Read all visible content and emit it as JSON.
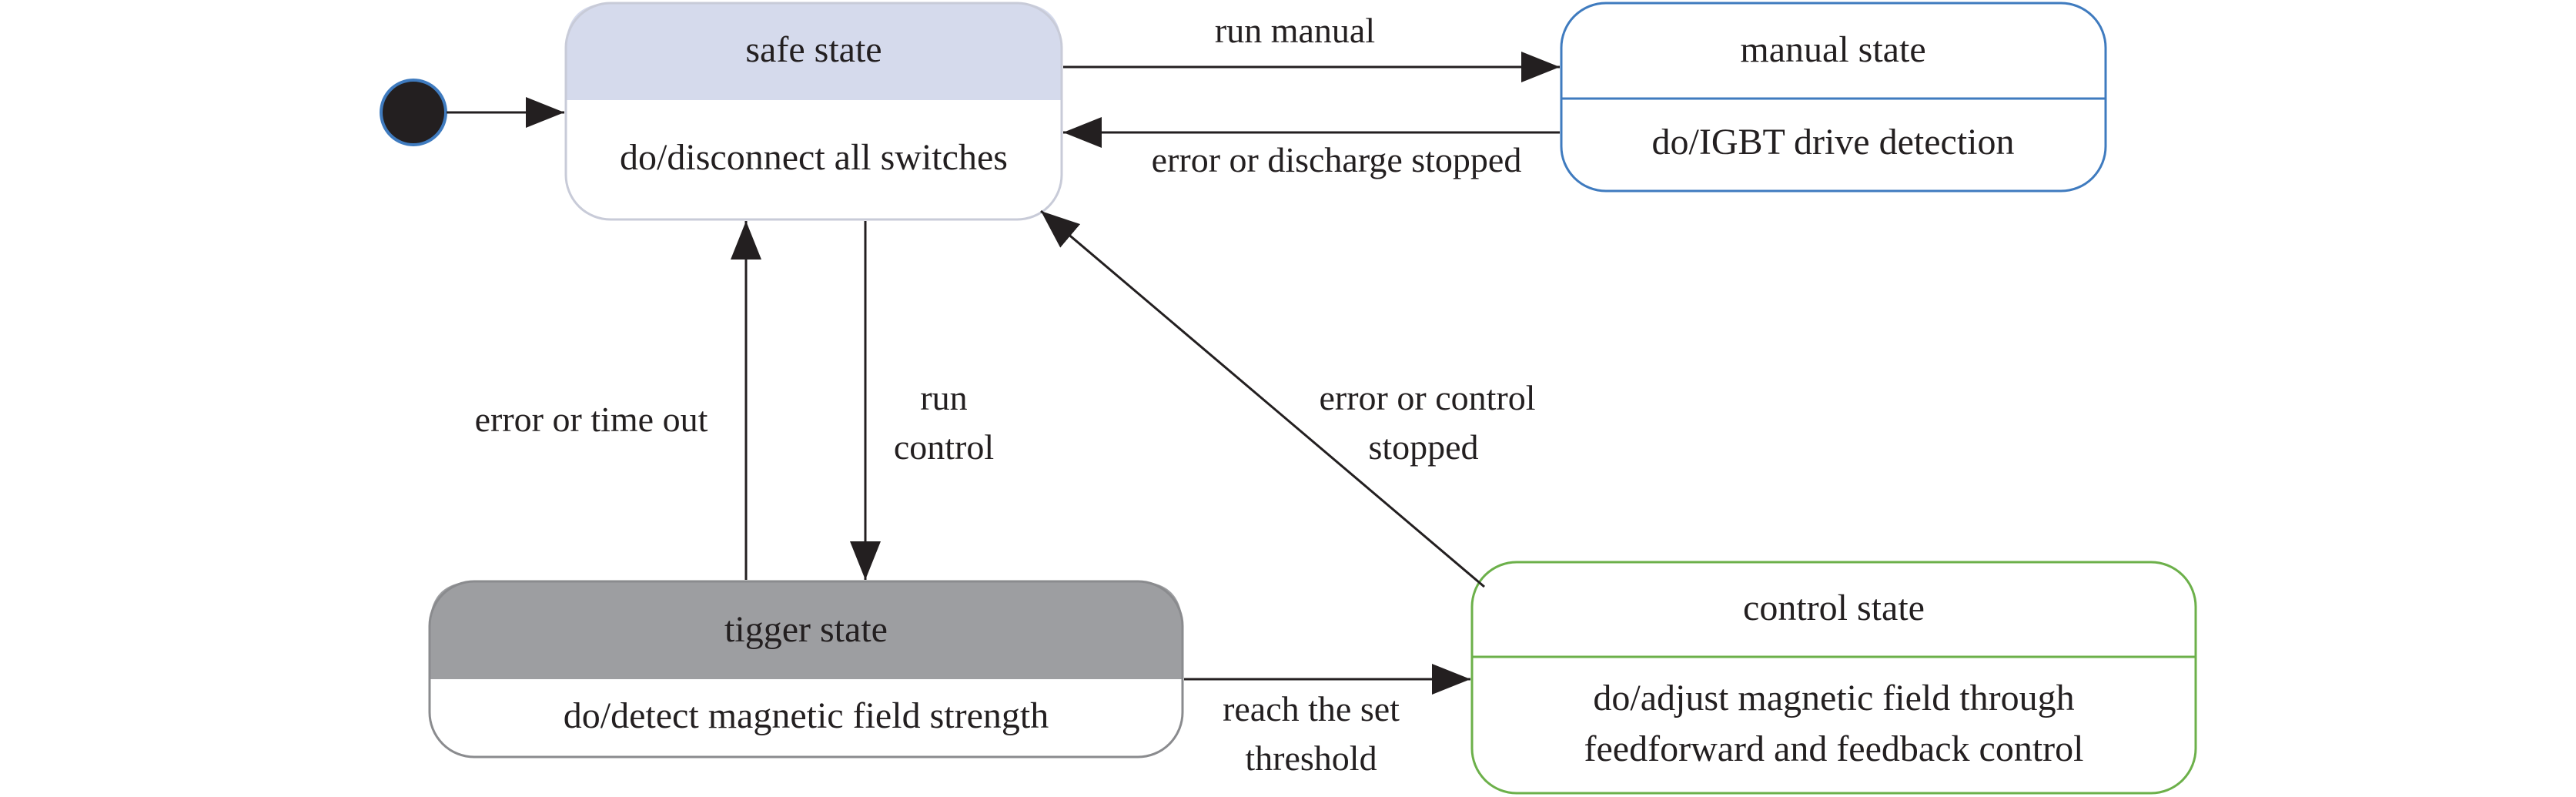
{
  "states": {
    "safe": {
      "title": "safe state",
      "body": [
        "do/disconnect all switches"
      ],
      "header_color": "#d5daec",
      "border_color": "#c8cbd8"
    },
    "manual": {
      "title": "manual state",
      "body": [
        "do/IGBT drive detection"
      ],
      "border_color": "#3f7bbf"
    },
    "trigger": {
      "title": "tigger state",
      "body": [
        "do/detect magnetic field strength"
      ],
      "header_color": "#9d9ea1",
      "border_color": "#8a8b8e"
    },
    "control": {
      "title": "control state",
      "body": [
        "do/adjust magnetic field through",
        "feedforward and feedback control"
      ],
      "border_color": "#6cb04a"
    }
  },
  "transitions": {
    "run_manual": [
      "run manual"
    ],
    "error_discharge": [
      "error or discharge stopped"
    ],
    "error_timeout": [
      "error or time out"
    ],
    "run_control": [
      "run",
      "control"
    ],
    "error_control_stopped": [
      "error or control",
      "stopped"
    ],
    "reach_threshold": [
      "reach the set",
      "threshold"
    ]
  },
  "colors": {
    "ink": "#231f20",
    "initial_node": "#231f20",
    "initial_node_ring": "#3f7bbf"
  }
}
